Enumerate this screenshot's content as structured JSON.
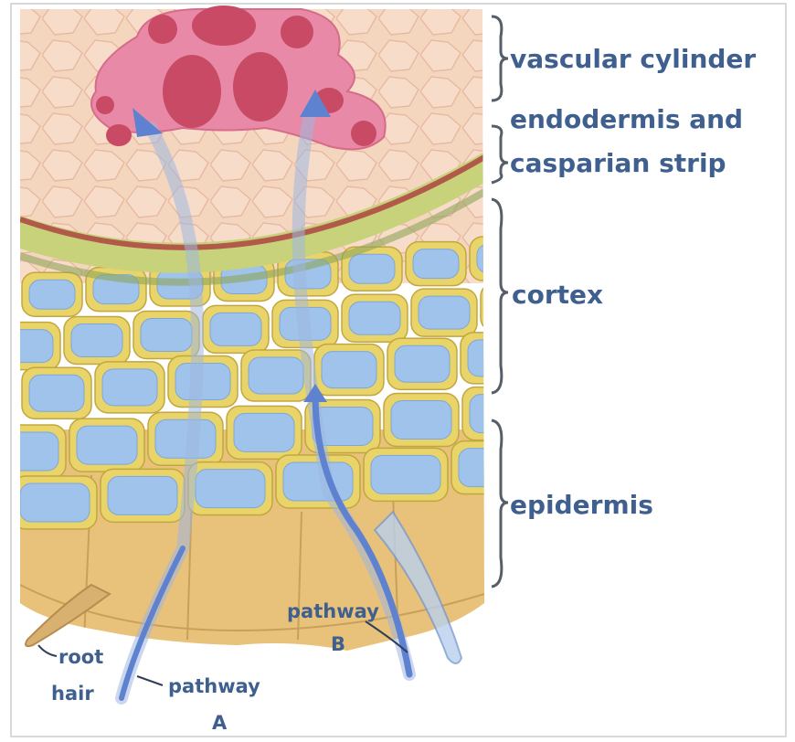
{
  "labels": {
    "vascular_cylinder": "vascular cylinder",
    "endodermis_line1": "endodermis and",
    "endodermis_line2": "casparian strip",
    "cortex": "cortex",
    "epidermis": "epidermis",
    "root_hair_line1": "root",
    "root_hair_line2": "hair",
    "pathway_a": "pathway",
    "pathway_a_letter": "A",
    "pathway_b": "pathway",
    "pathway_b_letter": "B"
  },
  "colors": {
    "vascular": "#e07a9a",
    "vascular_inner": "#c84a64",
    "endodermis_band": "#b25a4a",
    "cortex_wall": "#e9d46a",
    "cell_fill": "#9fc3ea",
    "epidermis": "#e8c27a",
    "pathway_arrow": "#6b8fd6",
    "label": "#3f5f8e"
  }
}
